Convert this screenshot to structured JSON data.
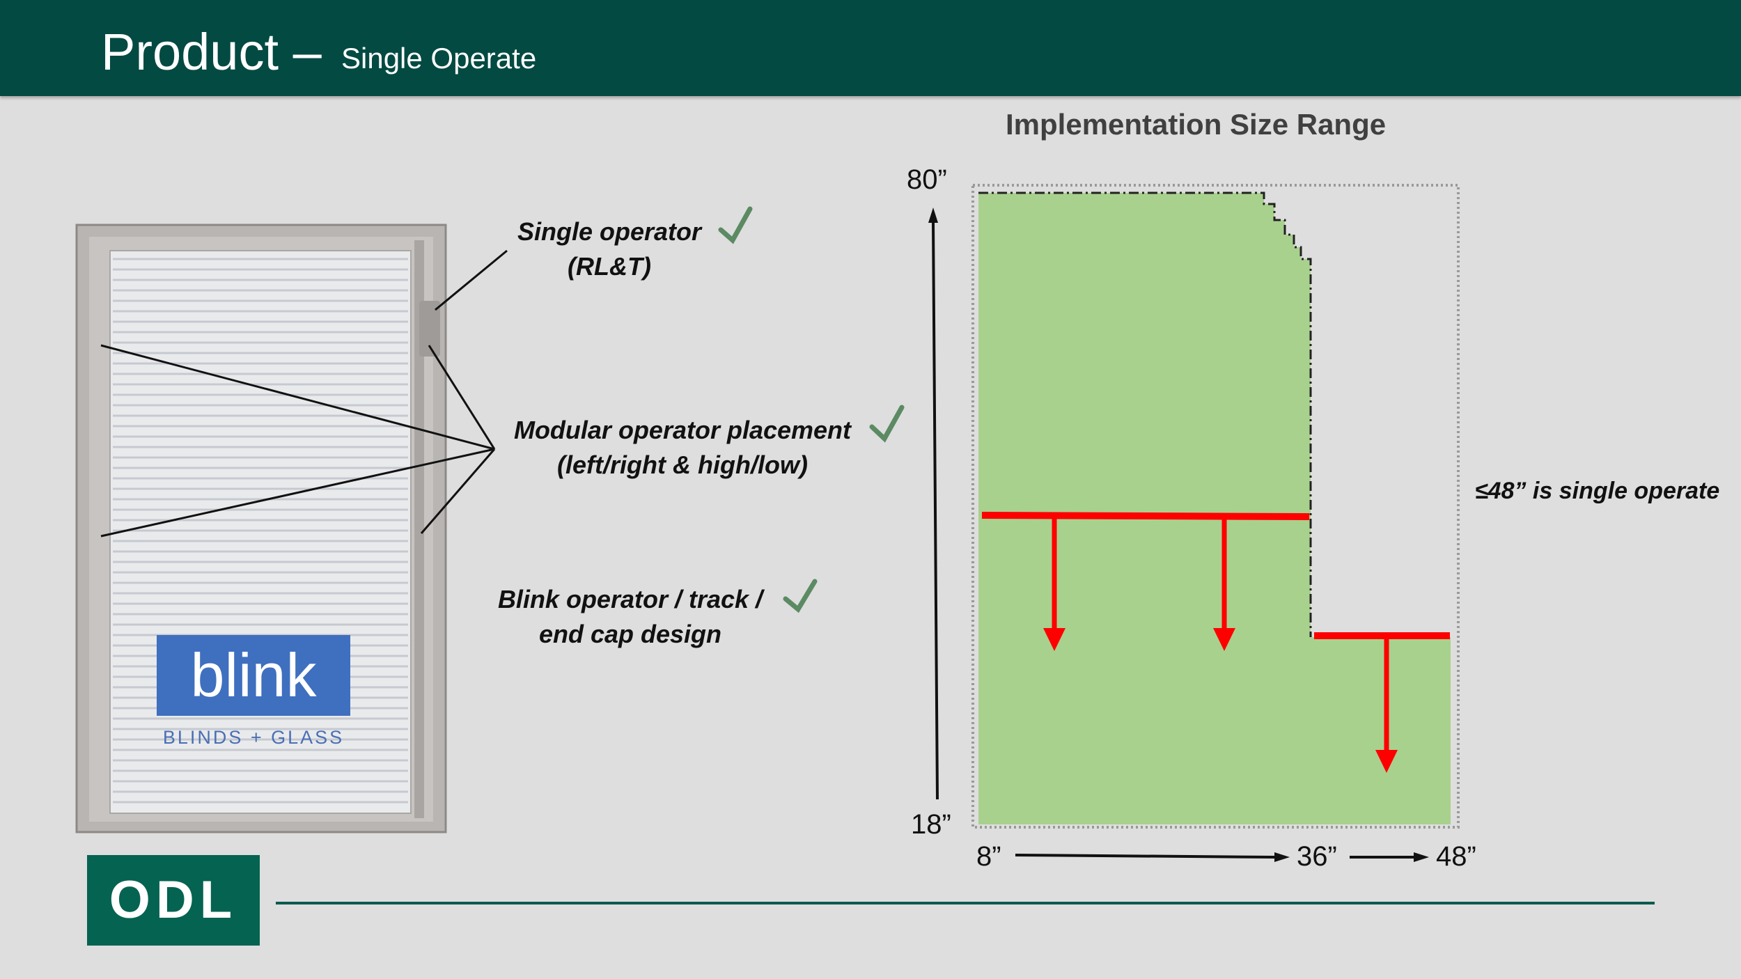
{
  "header": {
    "title": "Product –",
    "subtitle": "Single Operate"
  },
  "product_image": {
    "logo_word": "blink",
    "logo_tagline": "BLINDS + GLASS"
  },
  "callouts": [
    {
      "line1": "Single operator",
      "line2": "(RL&T)",
      "checked": true
    },
    {
      "line1": "Modular operator placement",
      "line2": "(left/right & high/low)",
      "checked": true
    },
    {
      "line1": "Blink operator / track /",
      "line2": "end cap design",
      "checked": true
    }
  ],
  "size_chart": {
    "title": "Implementation Size Range",
    "y_max_label": "80”",
    "y_min_label": "18”",
    "x_labels": [
      "8”",
      "36”",
      "48”"
    ],
    "note": "≤48” is single operate",
    "colors": {
      "range_fill": "#a9d18e",
      "marker": "#ff0000",
      "check": "#5b8a63"
    }
  },
  "footer": {
    "logo_text": "ODL"
  }
}
